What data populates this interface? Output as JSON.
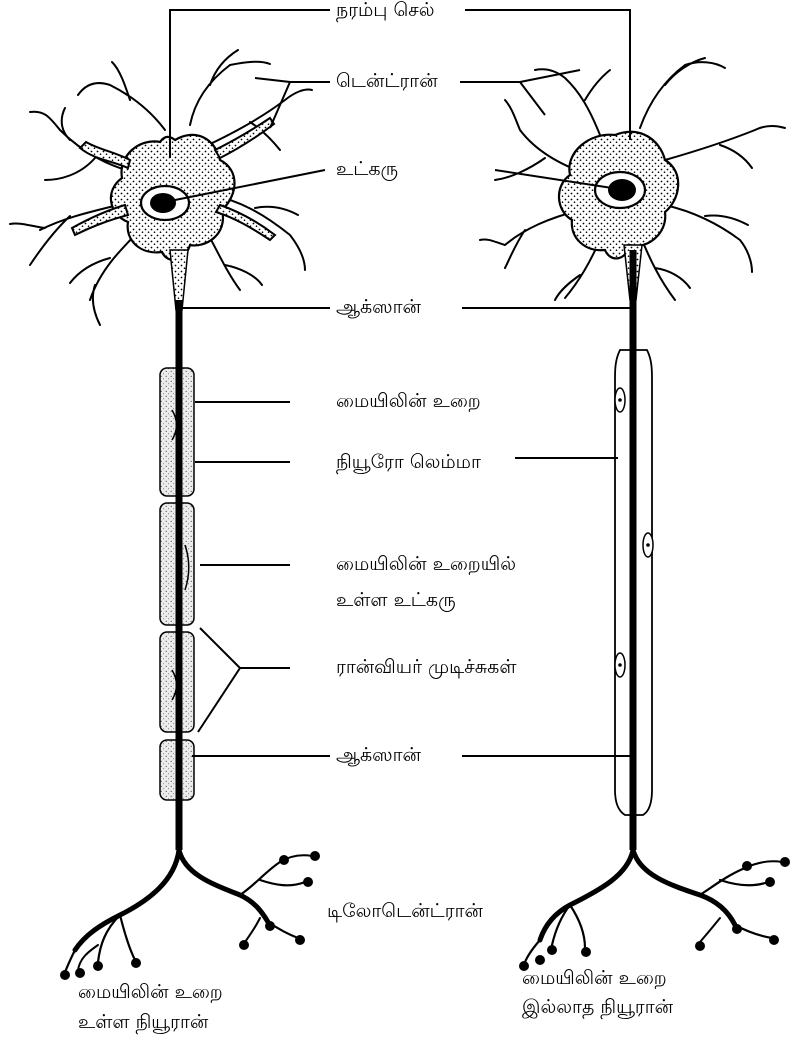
{
  "labels": {
    "nerve_cell": "நரம்பு செல்",
    "dendron": "டென்ட்ரான்",
    "nucleus": "உட்கரு",
    "axon_top": "ஆக்ஸான்",
    "myelin_sheath": "மையிலின் உறை",
    "neurilemma": "நியூரோ லெம்மா",
    "myelin_nucleus_line1": "மையிலின் உறையில்",
    "myelin_nucleus_line2": "உள்ள உட்கரு",
    "nodes_of_ranvier": "ரான்வியர் முடிச்சுகள்",
    "axon_bottom": "ஆக்ஸான்",
    "telodendron": "டிலோடென்ட்ரான்"
  },
  "captions": {
    "left_line1": "மையிலின் உறை",
    "left_line2": "உள்ள நியூரான்",
    "right_line1": "மையிலின் உறை",
    "right_line2": "இல்லாத நியூரான்"
  },
  "colors": {
    "ink": "#000000",
    "paper": "#ffffff",
    "sheath_fill": "#e4e4e4"
  }
}
